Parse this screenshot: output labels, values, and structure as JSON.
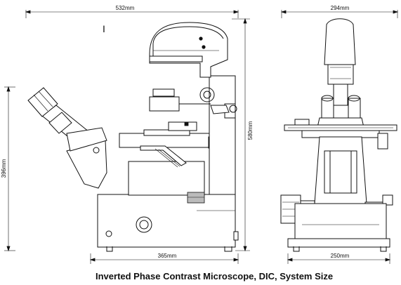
{
  "dimensions": {
    "side_width": "532mm",
    "side_height": "580mm",
    "side_depth": "396mm",
    "side_base": "365mm",
    "front_width": "294mm",
    "front_base": "250mm"
  },
  "corner_mark": "I",
  "caption": "Inverted Phase Contrast Microscope, DIC, System Size"
}
